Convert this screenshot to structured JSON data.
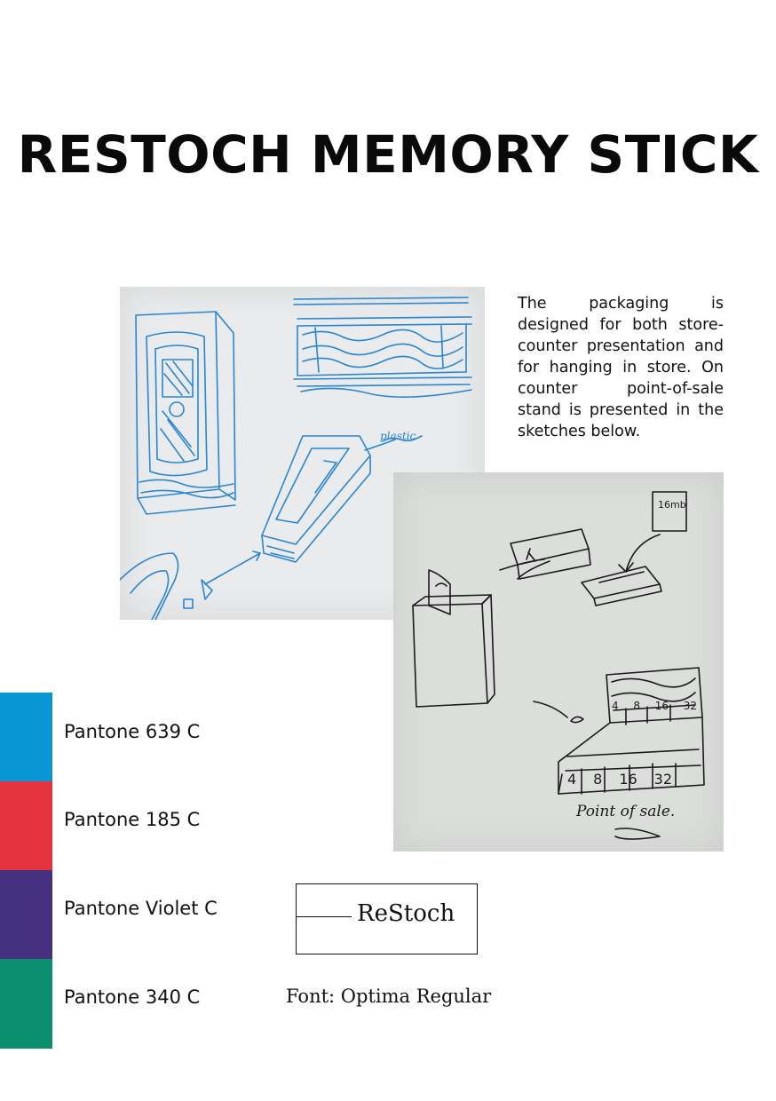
{
  "page": {
    "title": "RESTOCH MEMORY STICK",
    "description": "The packaging is designed for both store-counter presentation and for hanging in store. On counter point-of-sale stand is presented in the sketches below."
  },
  "sketches": {
    "blue": {
      "annotation": "plastic",
      "ink_color": "#2b86cf"
    },
    "black": {
      "capacity_label": "16mb",
      "display_sizes_top": [
        "4",
        "8",
        "16",
        "32"
      ],
      "display_sizes_front": [
        "4",
        "8",
        "16",
        "32"
      ],
      "caption": "Point of sale.",
      "ink_color": "#1a1a1a"
    }
  },
  "palette": [
    {
      "label": "Pantone 639 C",
      "color": "#0796d3"
    },
    {
      "label": "Pantone 185 C",
      "color": "#e4333c"
    },
    {
      "label": "Pantone Violet C",
      "color": "#44307f"
    },
    {
      "label": "Pantone 340 C",
      "color": "#0a8e6d"
    }
  ],
  "logo": {
    "text": "ReStoch"
  },
  "font_note": "Font: Optima Regular"
}
